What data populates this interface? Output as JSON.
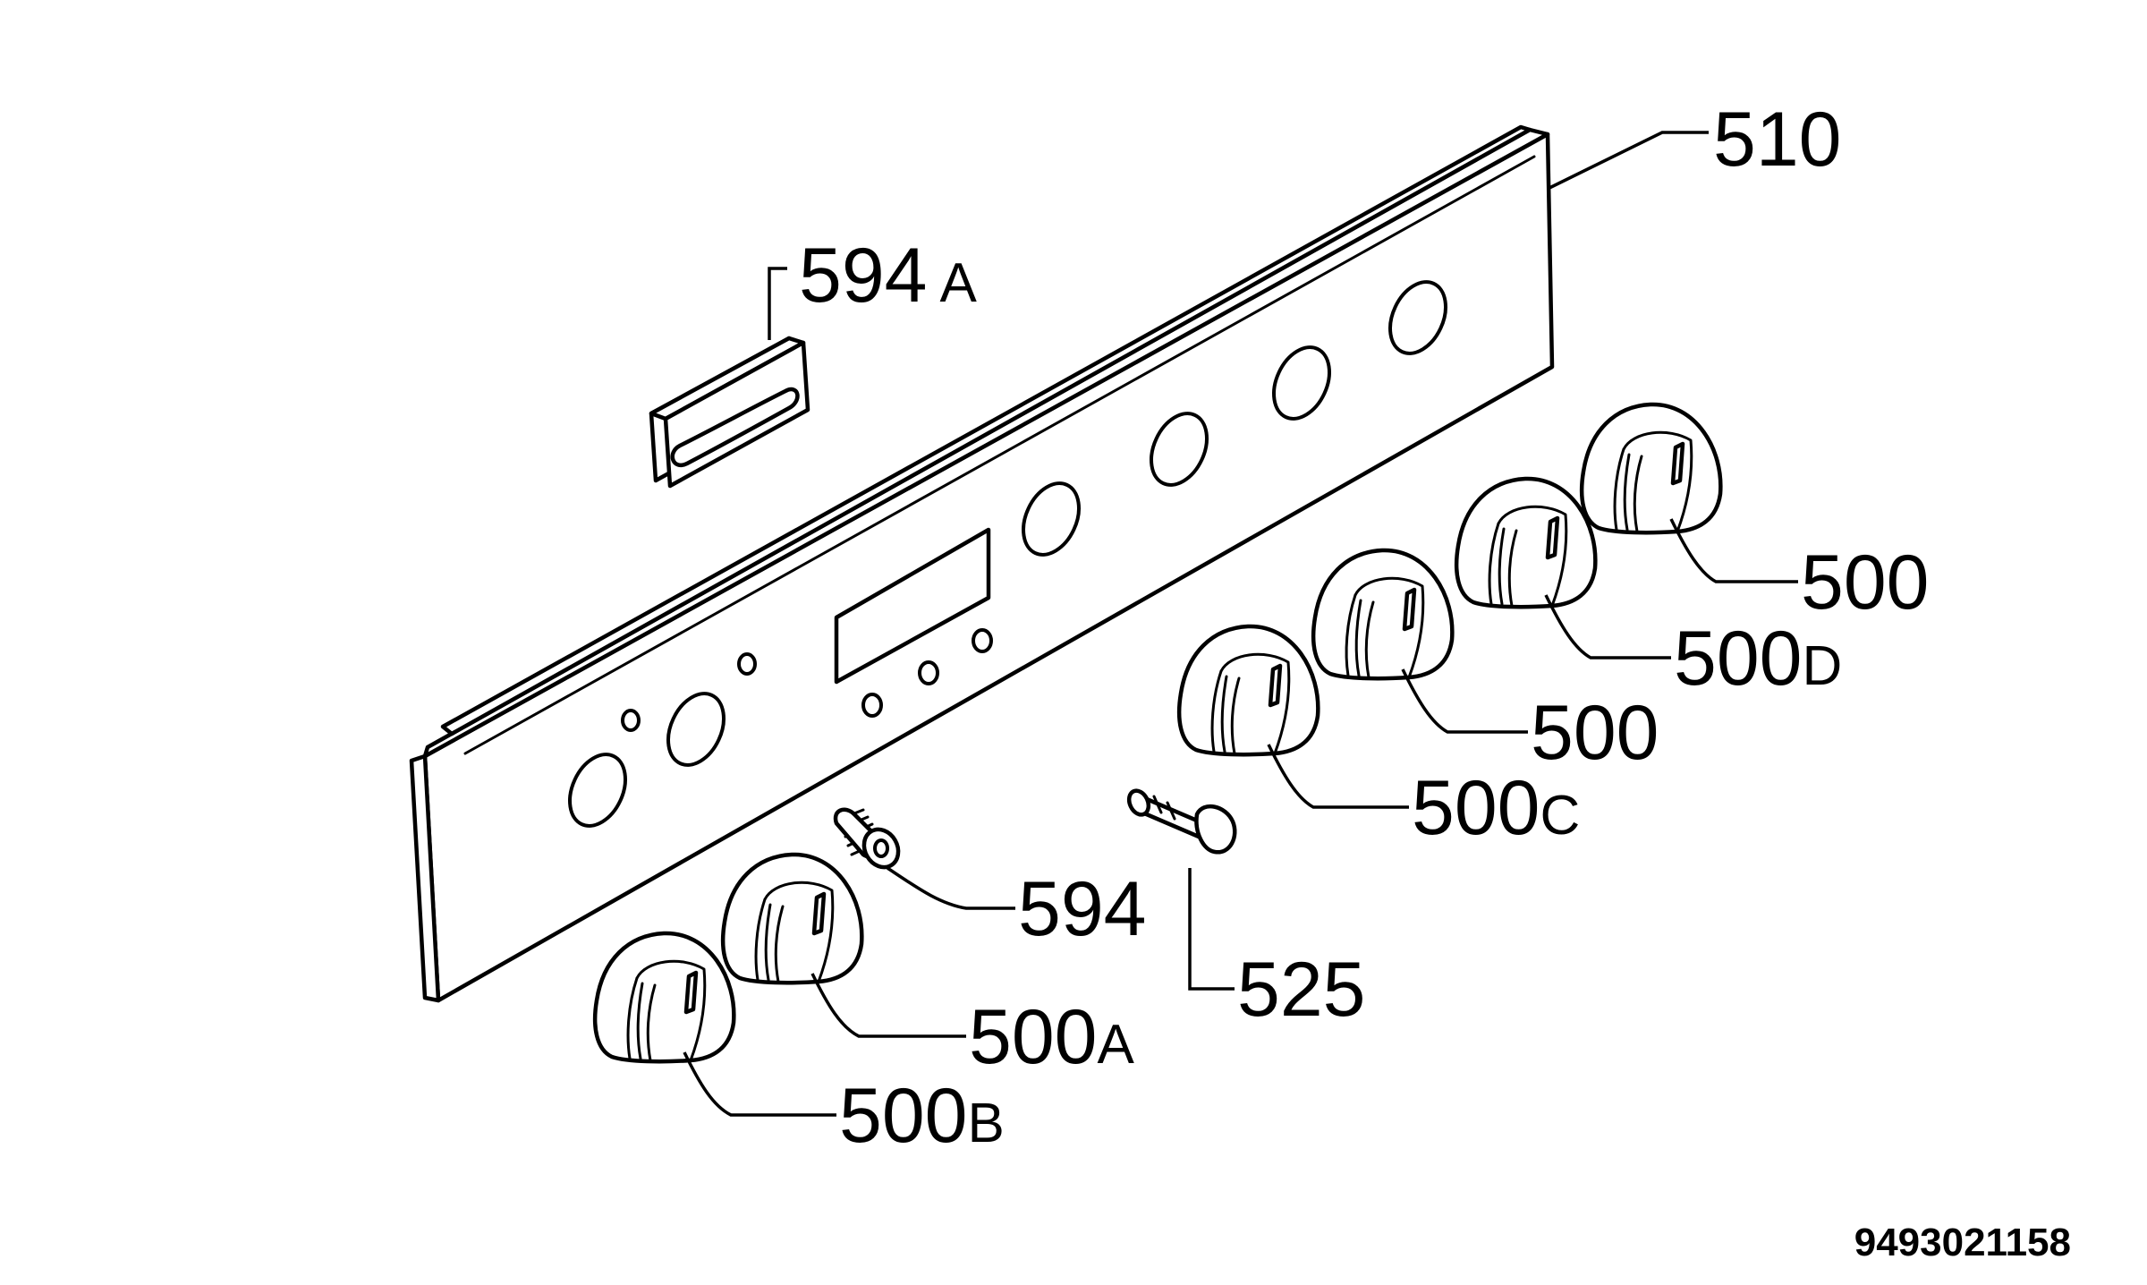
{
  "callouts": {
    "p510": {
      "num": "510",
      "suffix": ""
    },
    "p594a": {
      "num": "594",
      "suffix": "A"
    },
    "p500_1": {
      "num": "500",
      "suffix": ""
    },
    "p500d": {
      "num": "500",
      "suffix": "D"
    },
    "p500_2": {
      "num": "500",
      "suffix": ""
    },
    "p500c": {
      "num": "500",
      "suffix": "C"
    },
    "p594": {
      "num": "594",
      "suffix": ""
    },
    "p525": {
      "num": "525",
      "suffix": ""
    },
    "p500a": {
      "num": "500",
      "suffix": "A"
    },
    "p500b": {
      "num": "500",
      "suffix": "B"
    }
  },
  "document_number": "9493021158"
}
